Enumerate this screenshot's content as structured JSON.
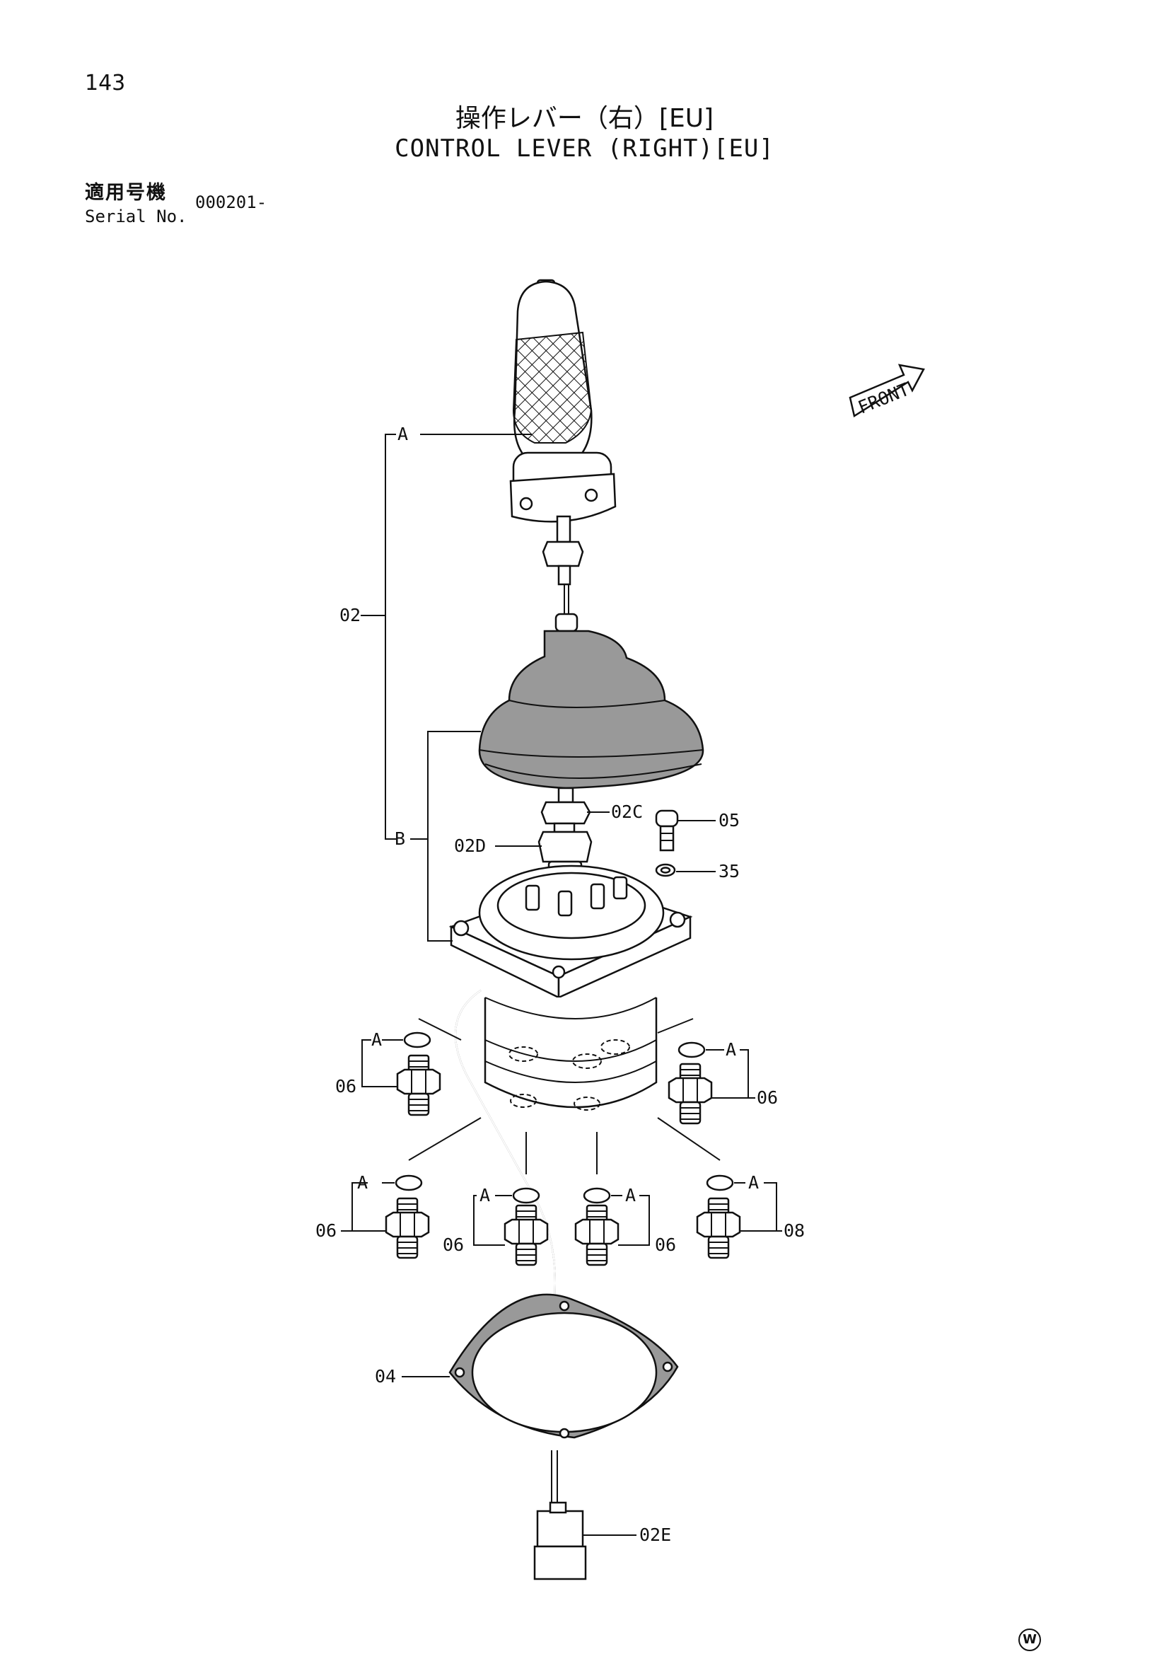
{
  "header": {
    "page_number": "143",
    "title_jp": "操作レバー（右）[EU]",
    "title_en": "CONTROL LEVER (RIGHT)[EU]",
    "serial_label_jp": "適用号機",
    "serial_label_en": "Serial No.",
    "serial_value": "000201-"
  },
  "front_arrow_label": "FRONT",
  "callouts": {
    "a1": "A",
    "b": "B",
    "p02": "02",
    "p02c": "02C",
    "p02d": "02D",
    "p05": "05",
    "p35": "35",
    "a_l1": "A",
    "p06_l1": "06",
    "a_r1": "A",
    "p06_r1": "06",
    "a_b1": "A",
    "p06_b1": "06",
    "a_b2": "A",
    "p06_b2": "06",
    "a_b3": "A",
    "p06_b3": "06",
    "a_b4": "A",
    "p08_b4": "08",
    "p04": "04",
    "p02e": "02E"
  },
  "watermark": "W"
}
